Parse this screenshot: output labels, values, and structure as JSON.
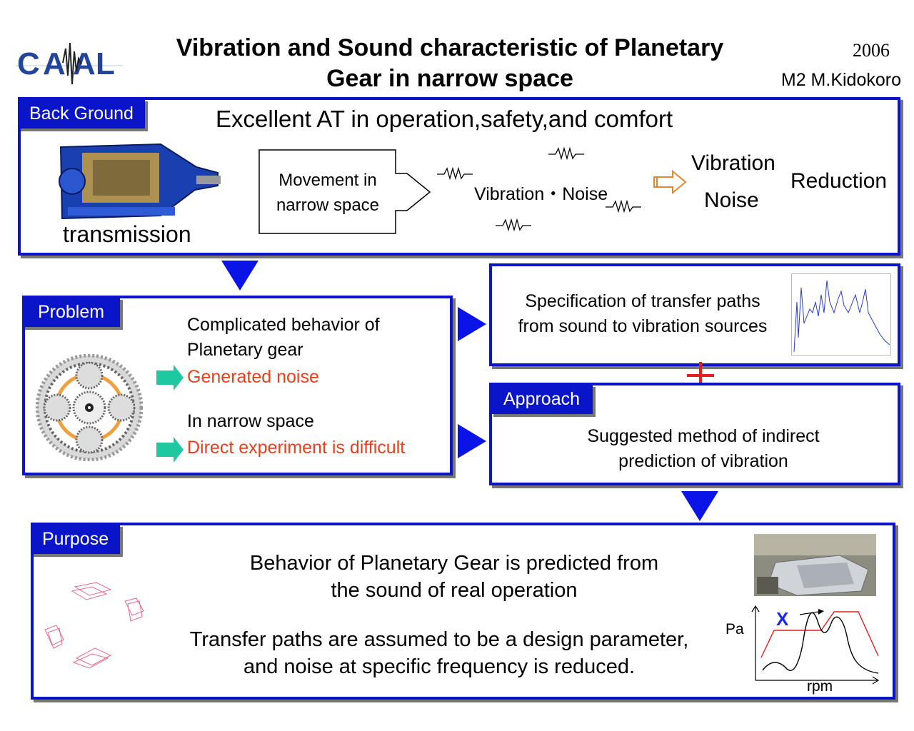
{
  "header": {
    "logo_text": "CAMAL",
    "title_line1": "Vibration and Sound characteristic of Planetary",
    "title_line2": "Gear in narrow space",
    "year": "2006",
    "author": "M2  M.Kidokoro"
  },
  "background": {
    "tab": "Back Ground",
    "headline": "Excellent AT in operation,safety,and comfort",
    "image_caption": "transmission",
    "movement_line1": "Movement in",
    "movement_line2": "narrow space",
    "vibration_noise": "Vibration・Noise",
    "vibration": "Vibration",
    "noise": "Noise",
    "reduction": "Reduction"
  },
  "problem": {
    "tab": "Problem",
    "item1_line1": "Complicated behavior of",
    "item1_line2": "Planetary gear",
    "item1_result": "Generated noise",
    "item2_line1": "In narrow space",
    "item2_result": "Direct experiment is difficult"
  },
  "specification": {
    "line1": "Specification of transfer paths",
    "line2": "from sound to vibration sources"
  },
  "approach": {
    "tab": "Approach",
    "line1": "Suggested method of indirect",
    "line2": "prediction of vibration"
  },
  "purpose": {
    "tab": "Purpose",
    "line1": "Behavior of Planetary Gear is predicted from",
    "line2": "the sound of  real operation",
    "line3": "Transfer paths are assumed to be a design parameter,",
    "line4": "and noise at specific frequency is reduced.",
    "graph_ylabel": "Pa",
    "graph_xlabel": "rpm",
    "graph_marker": "X"
  },
  "colors": {
    "frame_blue": "#0a14c8",
    "highlight_red": "#e8401a",
    "arrow_teal": "#1ec8a0"
  }
}
